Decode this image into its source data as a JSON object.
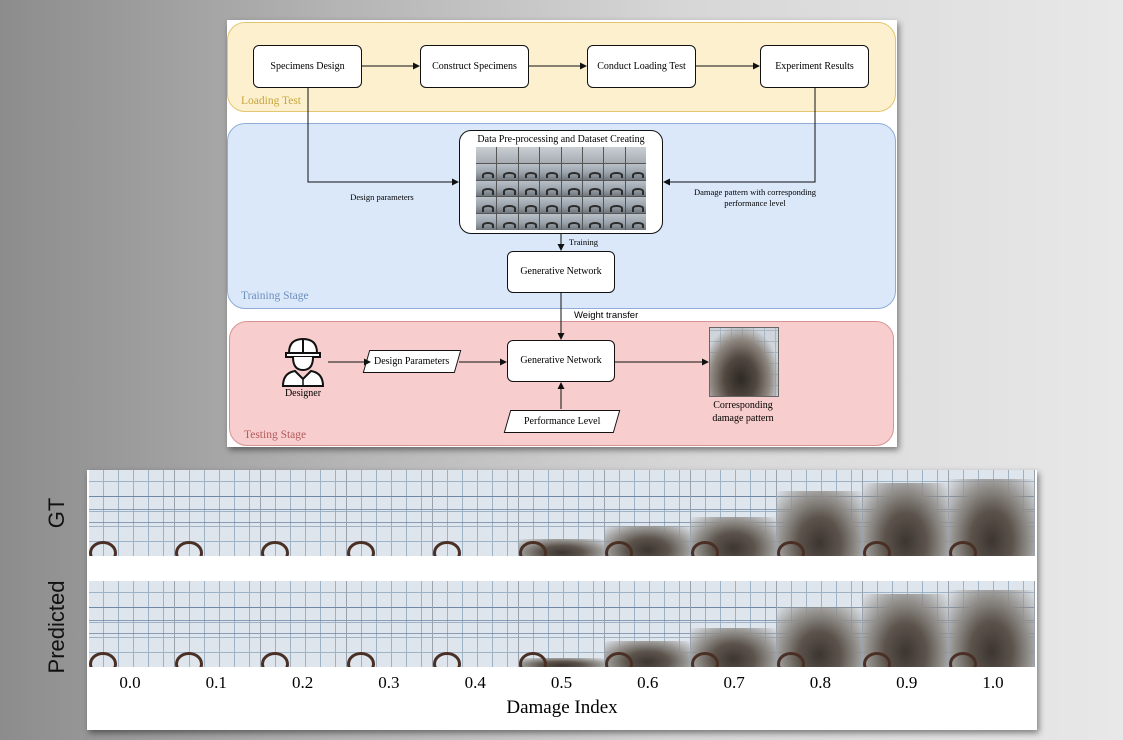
{
  "loading_stage": {
    "label": "Loading Test",
    "steps": [
      "Specimens Design",
      "Construct Specimens",
      "Conduct Loading Test",
      "Experiment Results"
    ]
  },
  "training_stage": {
    "label": "Training Stage",
    "dataset_box_title": "Data Pre-processing and Dataset Creating",
    "design_parameters_text": "Design parameters",
    "damage_pattern_text": "Damage pattern with corresponding performance level",
    "training_text": "Training",
    "network_label": "Generative Network"
  },
  "weight_transfer_text": "Weight transfer",
  "testing_stage": {
    "label": "Testing Stage",
    "designer_label": "Designer",
    "design_parameters_label": "Design Parameters",
    "network_label": "Generative Network",
    "performance_level_label": "Performance Level",
    "output_label": "Corresponding damage pattern"
  },
  "colors": {
    "loading_fill": "#fcf0ce",
    "loading_border": "#e2c672",
    "loading_text": "#c9a53c",
    "training_fill": "#dae8fa",
    "training_border": "#8fadd4",
    "training_text": "#6d8fbd",
    "testing_fill": "#f8cdcd",
    "testing_border": "#d79393",
    "testing_text": "#b35a5a"
  },
  "results": {
    "gt_label": "GT",
    "predicted_label": "Predicted",
    "axis_label": "Damage Index",
    "damage_index": [
      "0.0",
      "0.1",
      "0.2",
      "0.3",
      "0.4",
      "0.5",
      "0.6",
      "0.7",
      "0.8",
      "0.9",
      "1.0"
    ],
    "gt_damage_fraction": [
      0.0,
      0.0,
      0.0,
      0.0,
      0.0,
      0.2,
      0.35,
      0.45,
      0.75,
      0.85,
      0.9
    ],
    "predicted_damage_fraction": [
      0.0,
      0.0,
      0.0,
      0.0,
      0.0,
      0.1,
      0.3,
      0.45,
      0.7,
      0.85,
      0.9
    ]
  }
}
